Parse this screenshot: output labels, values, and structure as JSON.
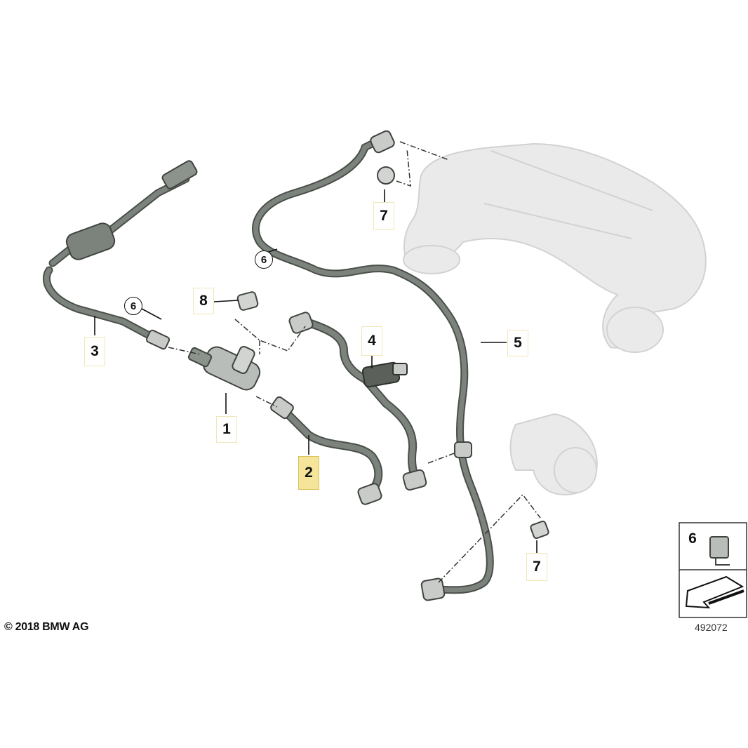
{
  "callouts": [
    {
      "id": "c1",
      "text": "1"
    },
    {
      "id": "c2",
      "text": "2"
    },
    {
      "id": "c3",
      "text": "3"
    },
    {
      "id": "c4",
      "text": "4"
    },
    {
      "id": "c5",
      "text": "5"
    },
    {
      "id": "c6a",
      "text": "6"
    },
    {
      "id": "c6b",
      "text": "6"
    },
    {
      "id": "c7a",
      "text": "7"
    },
    {
      "id": "c7b",
      "text": "7"
    },
    {
      "id": "c8",
      "text": "8"
    },
    {
      "id": "c6legend",
      "text": "6"
    }
  ],
  "highlighted_part": "2",
  "copyright": "© 2018 BMW AG",
  "diagram_number": "492072",
  "colors": {
    "hose": "#6f766f",
    "hose_dark": "#4a4f4a",
    "ghost": "#e6e6e6",
    "highlight": "#f5e59a"
  }
}
